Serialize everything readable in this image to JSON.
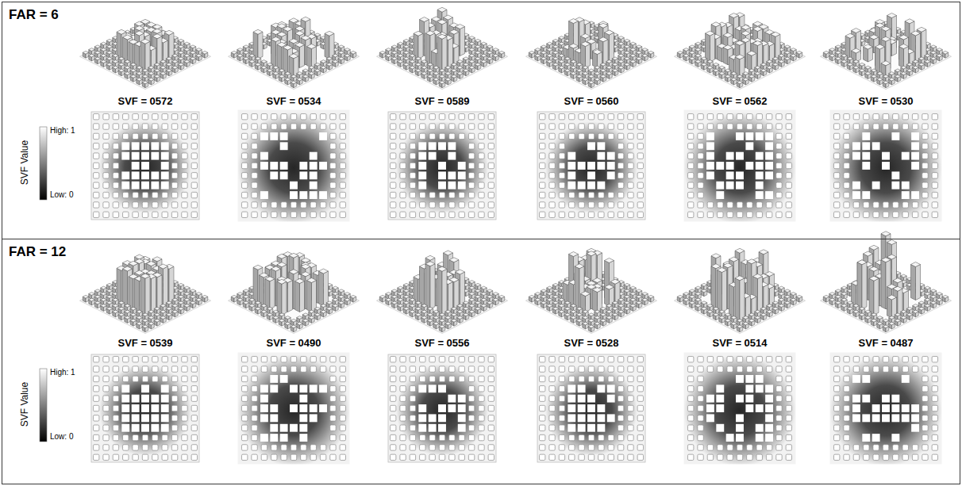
{
  "diagram": {
    "nodes": [
      {
        "text": [
          "FAR = 6"
        ]
      },
      {
        "text": [
          "FAR = 12"
        ]
      }
    ],
    "labels": [
      "SVF = 0572",
      "SVF = 0534",
      "SVF = 0589",
      "SVF = 0560",
      "SVF = 0562",
      "SVF = 0530",
      "SVF Value",
      "High: 1",
      "Low: 0",
      "SVF = 0539",
      "SVF = 0490",
      "SVF = 0556",
      "SVF = 0528",
      "SVF = 0514",
      "SVF = 0487",
      "SVF Value",
      "High: 1",
      "Low: 0"
    ]
  }
}
